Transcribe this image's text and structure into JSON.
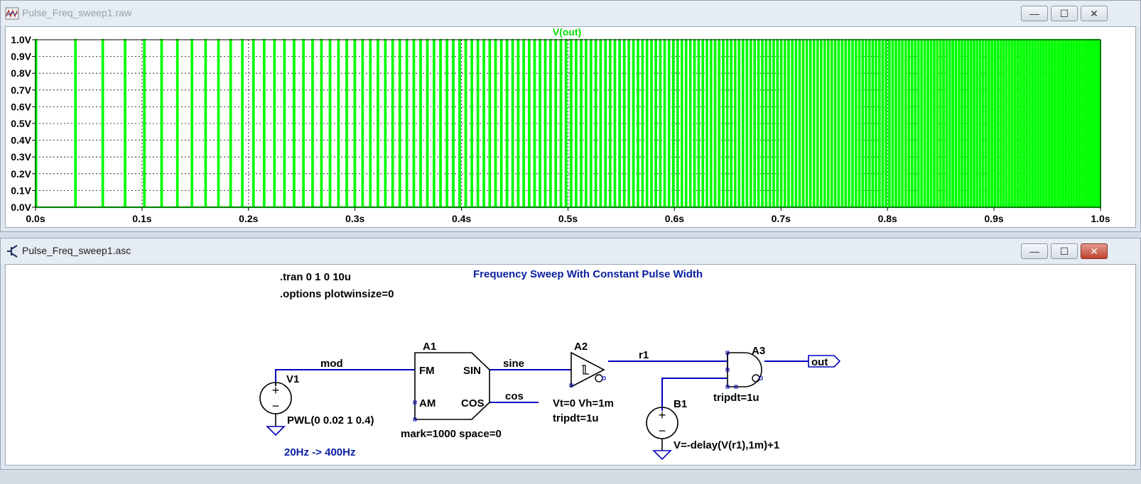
{
  "waveform_window": {
    "title": "Pulse_Freq_sweep1.raw",
    "trace_label": "V(out)",
    "trace_color": "#00ff00"
  },
  "schematic_window": {
    "title": "Pulse_Freq_sweep1.asc",
    "directives": [
      ".tran 0 1 0 10u",
      ".options plotwinsize=0"
    ],
    "heading": "Frequency Sweep With Constant Pulse Width",
    "comment": "20Hz -> 400Hz",
    "components": {
      "v1": {
        "name": "V1",
        "value": "PWL(0 0.02 1 0.4)"
      },
      "a1": {
        "name": "A1",
        "pins": [
          "FM",
          "AM",
          "SIN",
          "COS"
        ],
        "params": "mark=1000 space=0"
      },
      "a2": {
        "name": "A2",
        "params_line1": "Vt=0 Vh=1m",
        "params_line2": "tripdt=1u"
      },
      "a3": {
        "name": "A3",
        "params": "tripdt=1u"
      },
      "b1": {
        "name": "B1",
        "value": "V=-delay(V(r1),1m)+1"
      }
    },
    "nets": {
      "mod": "mod",
      "sine": "sine",
      "cos": "cos",
      "r1": "r1",
      "out": "out"
    },
    "wire_color": "#0000c0",
    "text_color_blue": "#0a1fa0"
  },
  "window_controls": {
    "minimize": "—",
    "maximize": "☐",
    "close": "✕"
  },
  "chart_data": {
    "type": "line",
    "title": "V(out)",
    "xlabel": "",
    "ylabel": "",
    "xlim": [
      0,
      1
    ],
    "ylim": [
      0,
      1
    ],
    "x_ticks": [
      "0.0s",
      "0.1s",
      "0.2s",
      "0.3s",
      "0.4s",
      "0.5s",
      "0.6s",
      "0.7s",
      "0.8s",
      "0.9s",
      "1.0s"
    ],
    "y_ticks": [
      "0.0V",
      "0.1V",
      "0.2V",
      "0.3V",
      "0.4V",
      "0.5V",
      "0.6V",
      "0.7V",
      "0.8V",
      "0.9V",
      "1.0V"
    ],
    "grid": true,
    "series": [
      {
        "name": "V(out)",
        "color": "#00ff00",
        "pulse_width_s": 0.001,
        "freq_start_hz": 20,
        "freq_end_hz": 400,
        "sweep_duration_s": 1,
        "high_v": 1,
        "low_v": 0
      }
    ]
  }
}
